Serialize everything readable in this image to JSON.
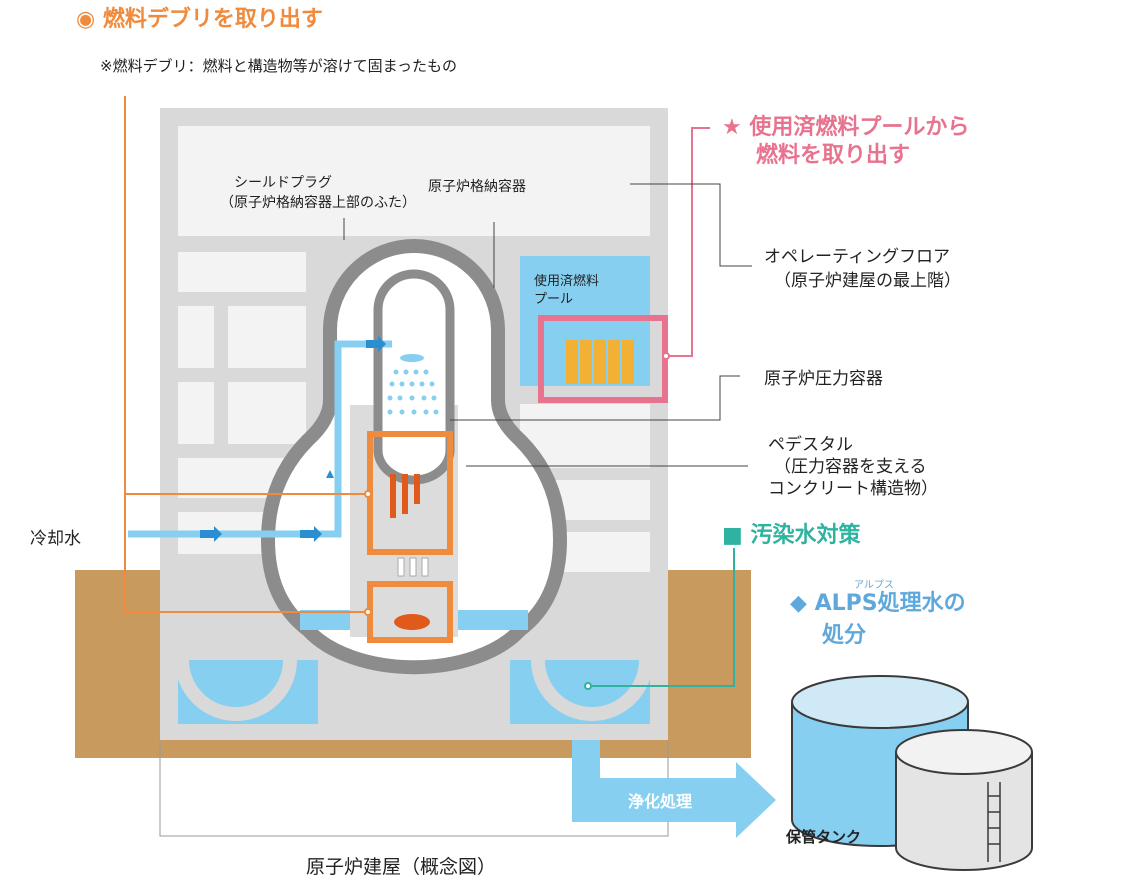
{
  "debris": {
    "marker": "◉",
    "title": "燃料デブリを取り出す",
    "note": "※燃料デブリ：燃料と構造物等が溶けて固まったもの",
    "color": "#f08a3c"
  },
  "pool_removal": {
    "marker": "★",
    "title_line1": "使用済燃料プールから",
    "title_line2": "燃料を取り出す",
    "color": "#e8738e"
  },
  "water": {
    "marker": "■",
    "title": "汚染水対策",
    "color": "#2fb3a0"
  },
  "alps": {
    "marker": "◆",
    "ruby": "アルプス",
    "title_line1": "ALPS処理水の",
    "title_line2": "処分",
    "color": "#5fa8dc"
  },
  "labels": {
    "shield_plug_line1": "シールドプラグ",
    "shield_plug_line2": "（原子炉格納容器上部のふた）",
    "containment": "原子炉格納容器",
    "spent_pool_line1": "使用済燃料",
    "spent_pool_line2": "プール",
    "operating_floor_line1": "オペレーティングフロア",
    "operating_floor_line2": "（原子炉建屋の最上階）",
    "pressure_vessel": "原子炉圧力容器",
    "pedestal_line1": "ペデスタル",
    "pedestal_line2": "（圧力容器を支える",
    "pedestal_line3": "コンクリート構造物）",
    "cooling_water": "冷却水",
    "purification": "浄化処理",
    "storage_tank": "保管タンク",
    "building": "原子炉建屋（概念図）"
  },
  "colors": {
    "wall": "#d9d9d9",
    "vessel": "#8c8c8c",
    "water": "#86cff0",
    "ground": "#c99a5e",
    "fuel": "#f2b134",
    "debris_box": "#f08a3c"
  }
}
